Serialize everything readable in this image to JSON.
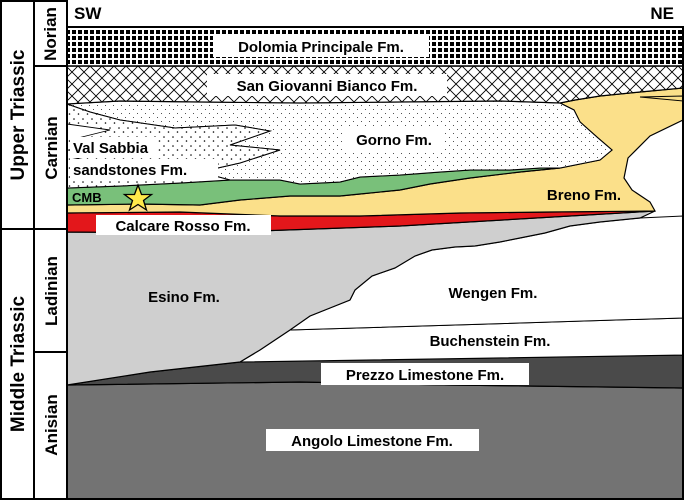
{
  "directions": {
    "left": "SW",
    "right": "NE"
  },
  "periods": {
    "upper": "Upper Triassic",
    "middle": "Middle Triassic"
  },
  "stages": {
    "norian": "Norian",
    "carnian": "Carnian",
    "ladinian": "Ladinian",
    "anisian": "Anisian"
  },
  "formations": {
    "dolomia": "Dolomia Principale Fm.",
    "san_giovanni": "San Giovanni Bianco Fm.",
    "gorno": "Gorno Fm.",
    "val_sabbia_1": "Val Sabbia",
    "val_sabbia_2": "sandstones Fm.",
    "cmb": "CMB",
    "breno": "Breno Fm.",
    "calcare_rosso": "Calcare Rosso Fm.",
    "esino": "Esino Fm.",
    "wengen": "Wengen Fm.",
    "buchenstein": "Buchenstein Fm.",
    "prezzo": "Prezzo Limestone Fm.",
    "angolo": "Angolo Limestone Fm."
  },
  "colors": {
    "breno": "#fbe08a",
    "calcare_rosso": "#e3171b",
    "cmb": "#79c07a",
    "esino": "#cfcfcf",
    "prezzo": "#4a4a4a",
    "angolo": "#737373",
    "star": "#ffe94a"
  }
}
